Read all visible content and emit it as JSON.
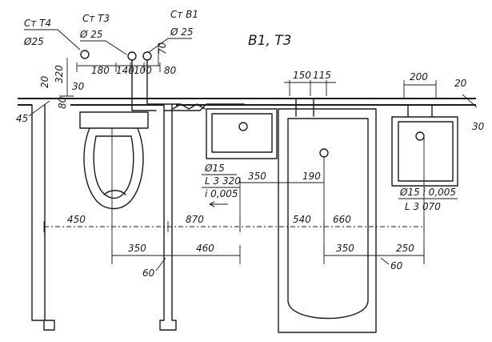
{
  "title": "В1, Т3",
  "risers": {
    "t4": {
      "name": "Ст Т4",
      "dia": "Ø25"
    },
    "t3": {
      "name": "Ст Т3",
      "dia": "Ø 25"
    },
    "b1": {
      "name": "Ст В1",
      "dia": "Ø 25"
    }
  },
  "dims": {
    "d180": "180",
    "d140": "140",
    "d100": "100",
    "d80a": "80",
    "d70": "70",
    "d320": "320",
    "d20a": "20",
    "d30a": "30",
    "d80b": "80",
    "d45": "45",
    "d150": "150",
    "d115": "115",
    "d200": "200",
    "d20b": "20",
    "d30b": "30",
    "d350a": "350",
    "d190": "190",
    "d450": "450",
    "d870": "870",
    "d540": "540",
    "d660": "660",
    "d350b": "350",
    "d460": "460",
    "d350c": "350",
    "d250": "250",
    "d60a": "60",
    "d60b": "60"
  },
  "sink_note": {
    "dia": "Ø15",
    "len": "L 3 320",
    "slope": "i 0,005"
  },
  "basin_note": {
    "dia_slope": "Ø15 i 0,005",
    "len": "L 3 070"
  }
}
